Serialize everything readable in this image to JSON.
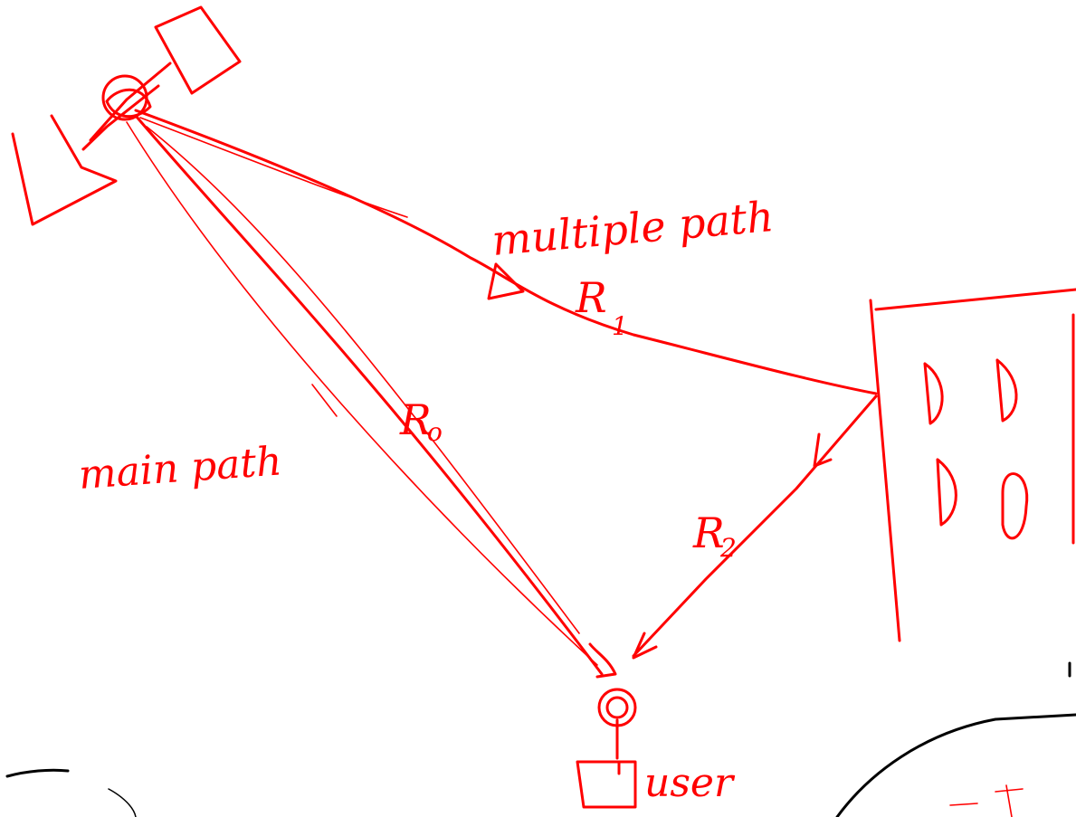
{
  "diagram": {
    "labels": {
      "multiple_path": "multiple path",
      "r1": "R",
      "r1_sub": "1",
      "r0": "R",
      "r0_sub": "o",
      "main_path": "main path",
      "r2": "R",
      "r2_sub": "2",
      "user": "user"
    },
    "colors": {
      "ink": "#ff0000",
      "secondary_ink": "#000000",
      "background": "#ffffff"
    }
  }
}
